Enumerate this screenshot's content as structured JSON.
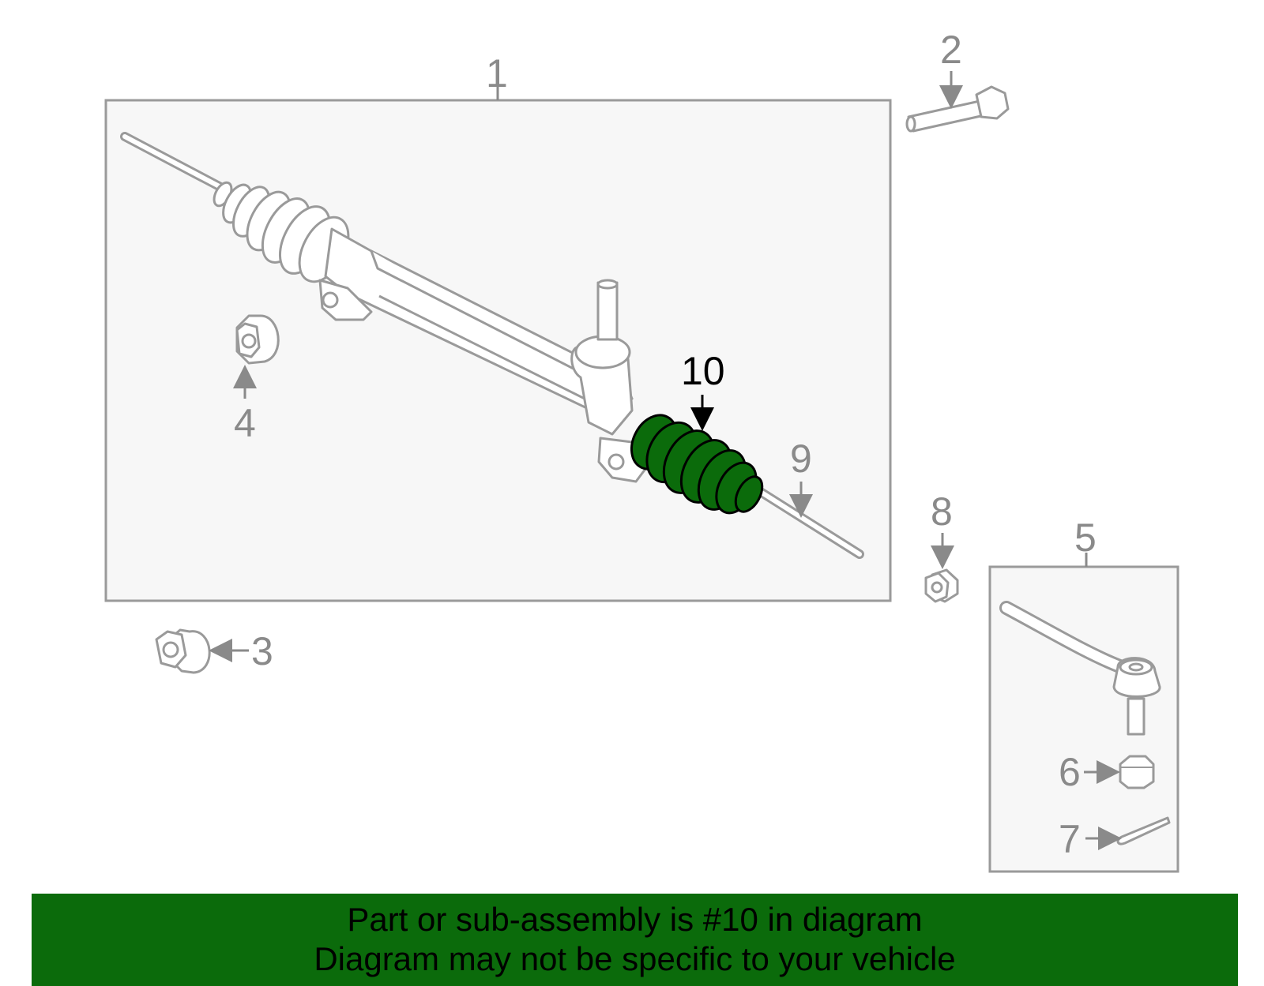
{
  "callouts": {
    "c1": "1",
    "c2": "2",
    "c3": "3",
    "c4": "4",
    "c5": "5",
    "c6": "6",
    "c7": "7",
    "c8": "8",
    "c9": "9",
    "c10": "10"
  },
  "highlighted_part": "10",
  "colors": {
    "highlight_fill": "#0b6b0b",
    "banner_bg": "#0b6b0b",
    "box_fill": "#f7f7f7",
    "outline": "#9a9a9a"
  },
  "banner": {
    "line1": "Part or sub-assembly is #10 in diagram",
    "line2": "Diagram may not be specific to your vehicle"
  }
}
